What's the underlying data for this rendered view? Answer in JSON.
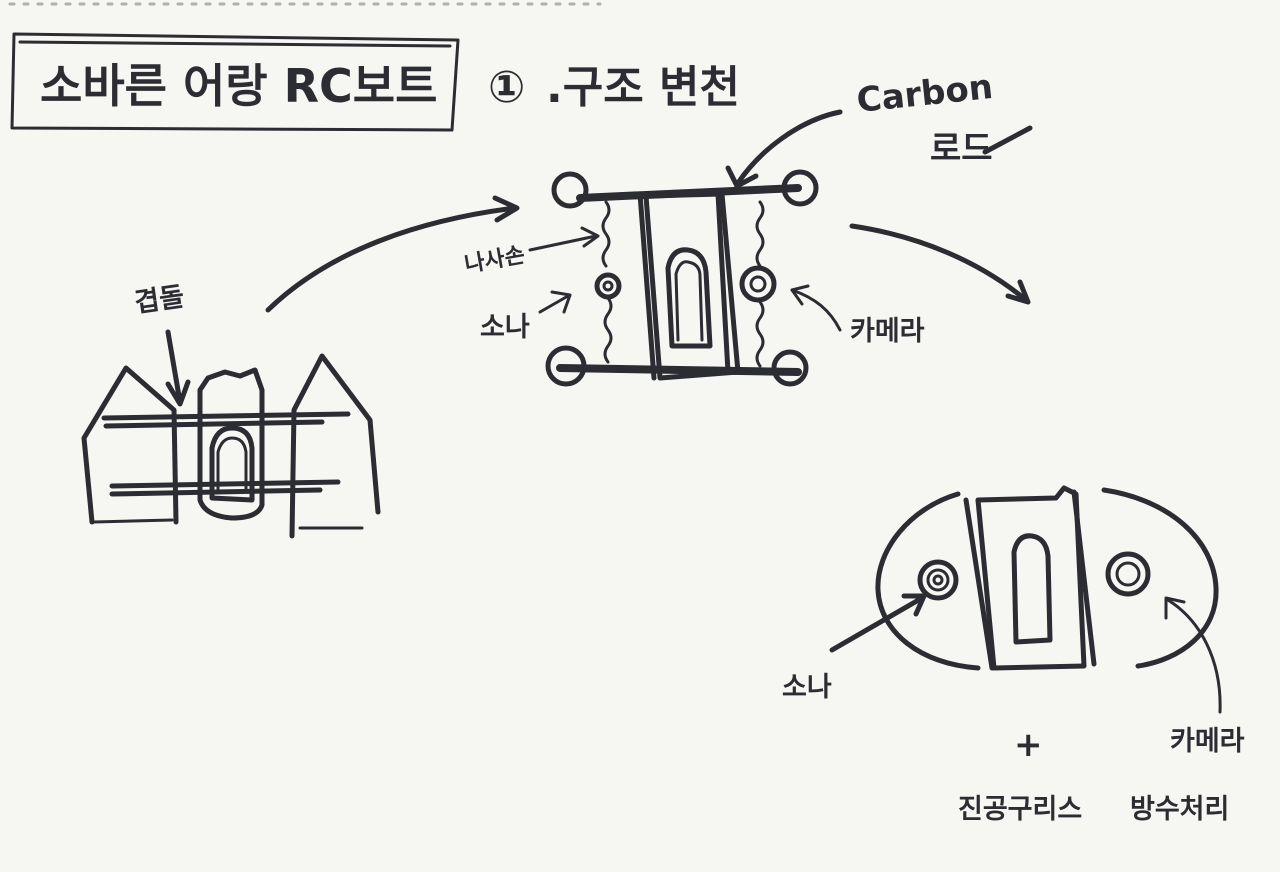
{
  "title": "소바른 어랑 RC보트",
  "section": {
    "number": "①",
    "label": ".구조 변천"
  },
  "labels": {
    "carbon_rod_line1": "Carbon",
    "carbon_rod_line2": "로드",
    "gyeopdol": "겹돌",
    "nasa": "나사손",
    "sonar_top": "소나",
    "camera_top": "카메라",
    "sonar_bottom": "소나",
    "camera_bottom": "카메라",
    "plus": "+",
    "vacuum_grease": "진공구리스",
    "waterproofing": "방수처리"
  },
  "colors": {
    "ink": "#2c2c33",
    "paper": "#f6f6f3"
  }
}
